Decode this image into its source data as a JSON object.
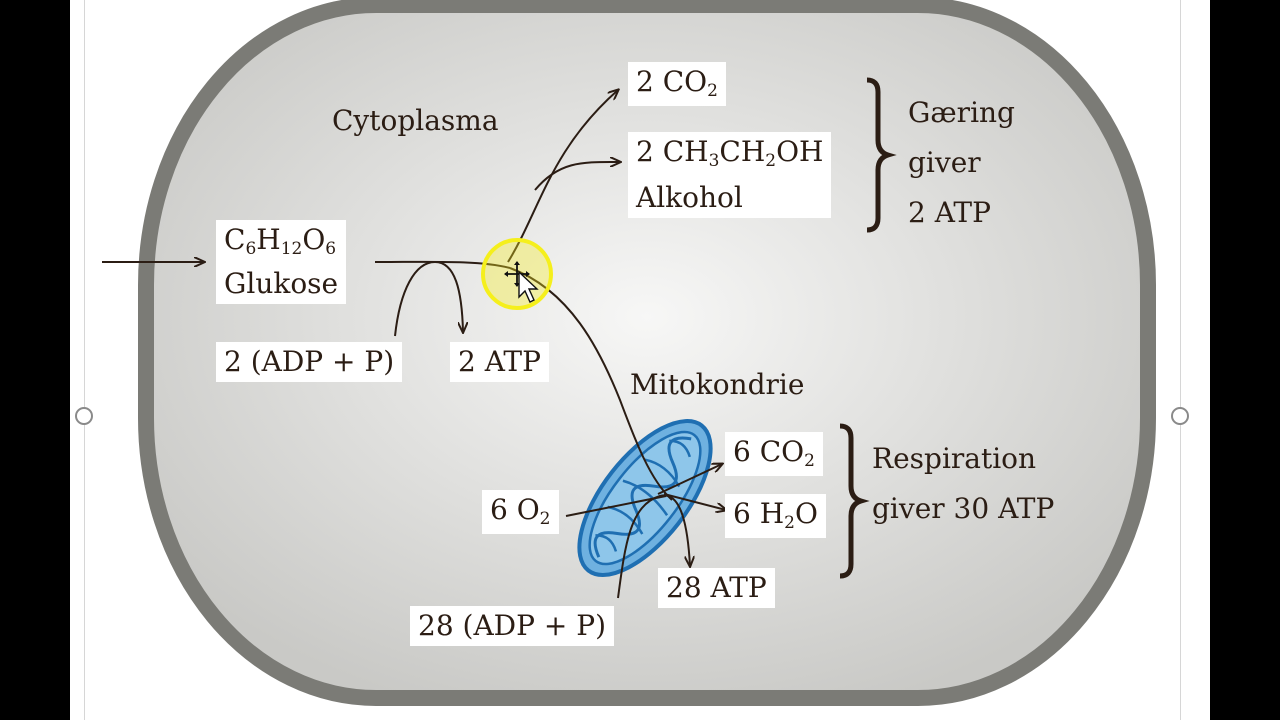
{
  "labels": {
    "cytoplasma": "Cytoplasma",
    "glucose_line1_parts": [
      "C",
      "6",
      "H",
      "12",
      "O",
      "6"
    ],
    "glucose_line2": "Glukose",
    "adp_left": "2 (ADP + P)",
    "atp_left": "2 ATP",
    "co2_top_parts": [
      "2 CO",
      "2"
    ],
    "ethanol_line1_parts": [
      "2 CH",
      "3",
      "CH",
      "2",
      "OH"
    ],
    "ethanol_line2": "Alkohol",
    "gaering_lines": [
      "Gæring",
      "giver",
      "2 ATP"
    ],
    "mitokondrie": "Mitokondrie",
    "co2_mito_parts": [
      "6 CO",
      "2"
    ],
    "h2o_parts": [
      "6 H",
      "2",
      "O"
    ],
    "o2_parts": [
      "6 O",
      "2"
    ],
    "atp_mito": "28 ATP",
    "adp_mito": "28 (ADP + P)",
    "respiration_lines": [
      "Respiration",
      "giver 30 ATP"
    ]
  },
  "colors": {
    "cell_wall": "#7b7b76",
    "cytoplasm_center": "#f7f7f6",
    "cytoplasm_edge": "#c9c9c6",
    "arrow": "#2b1d14",
    "mitochondrion_fill": "#6fb1e0",
    "mitochondrion_stroke": "#1f6fb2",
    "cursor_highlight": "#f5ef1c"
  }
}
